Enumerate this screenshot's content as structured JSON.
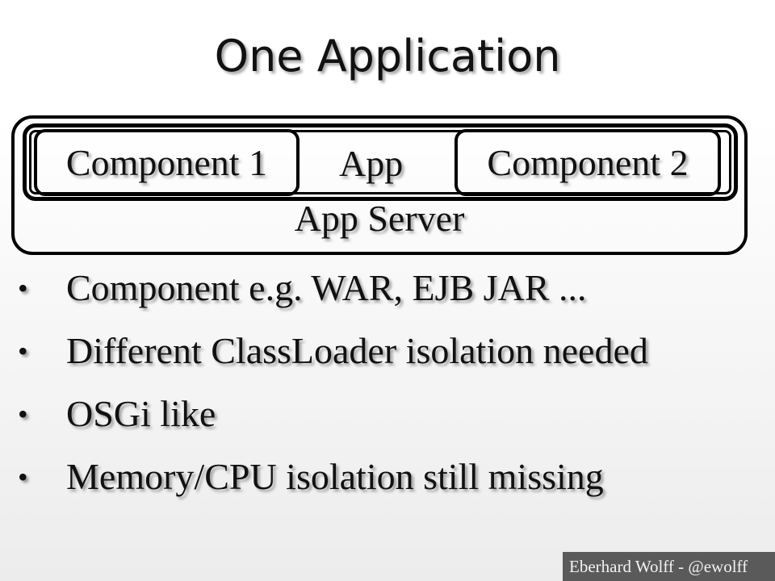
{
  "title": "One Application",
  "diagram": {
    "component1": "Component 1",
    "app": "App",
    "component2": "Component 2",
    "app_server": "App Server"
  },
  "bullets": [
    {
      "symbol": "•",
      "text": "Component e.g. WAR, EJB JAR ..."
    },
    {
      "symbol": "•",
      "text": "Different ClassLoader isolation needed"
    },
    {
      "symbol": "•",
      "text": "OSGi like"
    },
    {
      "symbol": "•",
      "text": "Memory/CPU isolation still missing"
    }
  ],
  "footer": "Eberhard Wolff - @ewolff"
}
